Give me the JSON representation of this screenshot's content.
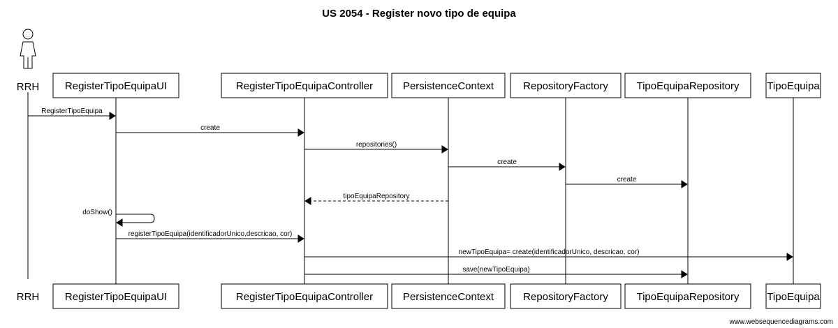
{
  "title": "US 2054 - Register novo tipo de equipa",
  "footer": "www.websequencediagrams.com",
  "participants": [
    {
      "id": "rrh",
      "label": "RRH",
      "kind": "actor"
    },
    {
      "id": "ui",
      "label": "RegisterTipoEquipaUI",
      "kind": "box"
    },
    {
      "id": "ctrl",
      "label": "RegisterTipoEquipaController",
      "kind": "box"
    },
    {
      "id": "pc",
      "label": "PersistenceContext",
      "kind": "box"
    },
    {
      "id": "rf",
      "label": "RepositoryFactory",
      "kind": "box"
    },
    {
      "id": "repo",
      "label": "TipoEquipaRepository",
      "kind": "box"
    },
    {
      "id": "te",
      "label": "TipoEquipa",
      "kind": "box"
    }
  ],
  "messages": [
    {
      "from": "rrh",
      "to": "ui",
      "label": "RegisterTipoEquipa",
      "style": "solid"
    },
    {
      "from": "ui",
      "to": "ctrl",
      "label": "create",
      "style": "solid"
    },
    {
      "from": "ctrl",
      "to": "pc",
      "label": "repositories()",
      "style": "solid"
    },
    {
      "from": "pc",
      "to": "rf",
      "label": "create",
      "style": "solid"
    },
    {
      "from": "rf",
      "to": "repo",
      "label": "create",
      "style": "solid"
    },
    {
      "from": "pc",
      "to": "ctrl",
      "label": "tipoEquipaRepository",
      "style": "dashed"
    },
    {
      "from": "ui",
      "to": "ui",
      "label": "doShow()",
      "style": "self"
    },
    {
      "from": "ui",
      "to": "ctrl",
      "label": "registerTipoEquipa(identificadorUnico,descricao, cor)",
      "style": "solid"
    },
    {
      "from": "ctrl",
      "to": "te",
      "label": "newTipoEquipa= create(identificadorUnico, descricao, cor)",
      "style": "solid"
    },
    {
      "from": "ctrl",
      "to": "repo",
      "label": "save(newTipoEquipa)",
      "style": "solid"
    }
  ]
}
